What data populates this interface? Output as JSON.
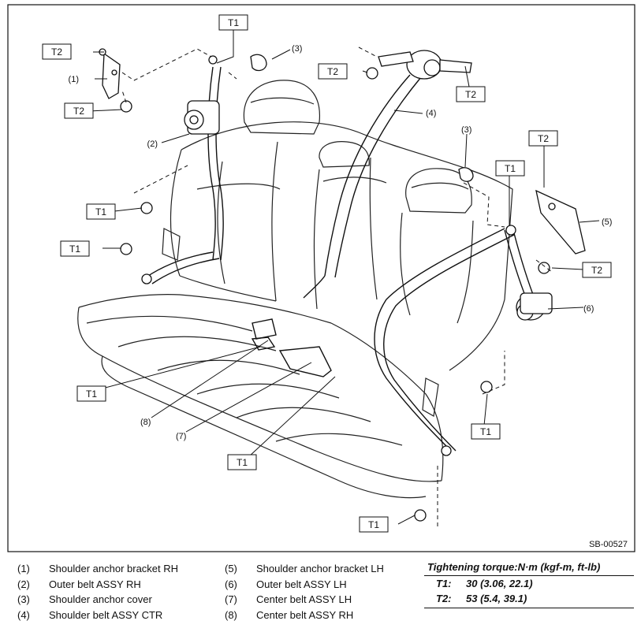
{
  "figure": {
    "code": "SB-00527",
    "torque_boxes": [
      "T1",
      "T1",
      "T1",
      "T1",
      "T1",
      "T1",
      "T1",
      "T1",
      "T2",
      "T2",
      "T2",
      "T2",
      "T2"
    ],
    "callouts": [
      "(1)",
      "(2)",
      "(3)",
      "(4)",
      "(3)",
      "(5)",
      "(6)",
      "(8)",
      "(7)"
    ]
  },
  "legend": [
    {
      "num": "(1)",
      "label": "Shoulder anchor bracket RH"
    },
    {
      "num": "(2)",
      "label": "Outer belt ASSY RH"
    },
    {
      "num": "(3)",
      "label": "Shoulder anchor cover"
    },
    {
      "num": "(4)",
      "label": "Shoulder belt ASSY CTR"
    },
    {
      "num": "(5)",
      "label": "Shoulder anchor bracket LH"
    },
    {
      "num": "(6)",
      "label": "Outer belt ASSY LH"
    },
    {
      "num": "(7)",
      "label": "Center belt ASSY LH"
    },
    {
      "num": "(8)",
      "label": "Center belt ASSY RH"
    }
  ],
  "torque": {
    "title": "Tightening torque:N·m (kgf-m, ft-lb)",
    "rows": [
      {
        "label": "T1:",
        "value": "30 (3.06, 22.1)"
      },
      {
        "label": "T2:",
        "value": "53 (5.4, 39.1)"
      }
    ]
  }
}
